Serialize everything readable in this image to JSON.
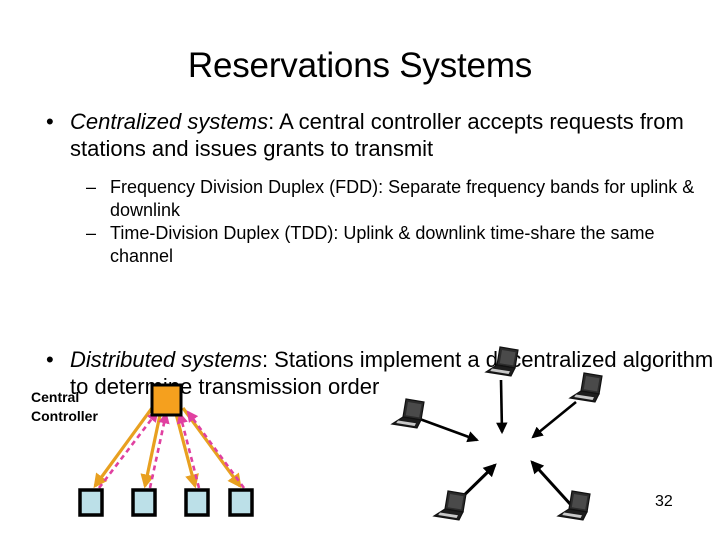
{
  "slide": {
    "title": "Reservations Systems",
    "page_number": "32"
  },
  "bullets": [
    {
      "marker": "•",
      "emphasis": "Centralized systems",
      "rest": ": A central controller accepts requests from stations and issues grants to transmit"
    },
    {
      "marker": "•",
      "emphasis": "Distributed systems",
      "rest": ":  Stations implement a decentralized algorithm to determine transmission order"
    }
  ],
  "sub_bullets": [
    {
      "marker": "–",
      "text": "Frequency Division Duplex (FDD):  Separate frequency bands for uplink & downlink"
    },
    {
      "marker": "–",
      "text": "Time-Division Duplex (TDD):  Uplink & downlink time-share the same channel"
    }
  ],
  "centralized_diagram": {
    "label_line1": "Central",
    "label_line2": "Controller",
    "controller_color": "#F5A01E",
    "station_color": "#BCE0E8",
    "grant_arrow_color": "#E8A020",
    "request_arrow_color": "#E040A0",
    "station_count": 4
  },
  "distributed_diagram": {
    "node_color": "#303030",
    "arrow_color": "#000000",
    "node_count": 5
  }
}
